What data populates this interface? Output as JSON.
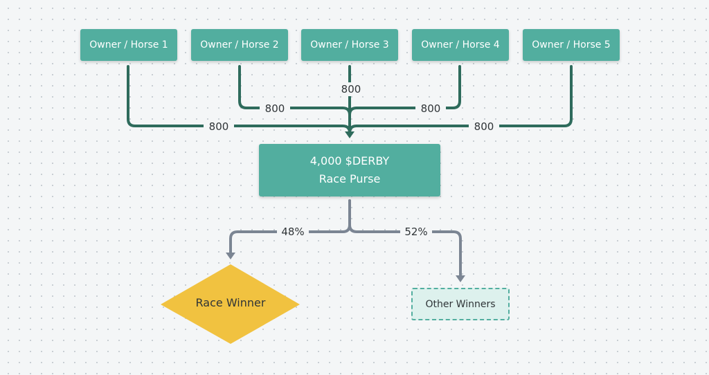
{
  "owners": [
    {
      "label": "Owner / Horse 1"
    },
    {
      "label": "Owner / Horse 2"
    },
    {
      "label": "Owner / Horse 3"
    },
    {
      "label": "Owner / Horse 4"
    },
    {
      "label": "Owner / Horse 5"
    }
  ],
  "contributions": [
    {
      "amount": "800"
    },
    {
      "amount": "800"
    },
    {
      "amount": "800"
    },
    {
      "amount": "800"
    },
    {
      "amount": "800"
    }
  ],
  "purse": {
    "amount": "4,000 $DERBY",
    "label": "Race Purse"
  },
  "splits": [
    {
      "percent": "48%"
    },
    {
      "percent": "52%"
    }
  ],
  "outcomes": {
    "winner": "Race Winner",
    "others": "Other Winners"
  },
  "colors": {
    "node": "#52ae9f",
    "contribution_wire": "#2e6b5c",
    "split_wire": "#7b8593",
    "winner": "#f1c240",
    "others_fill": "#ddf1ed"
  }
}
